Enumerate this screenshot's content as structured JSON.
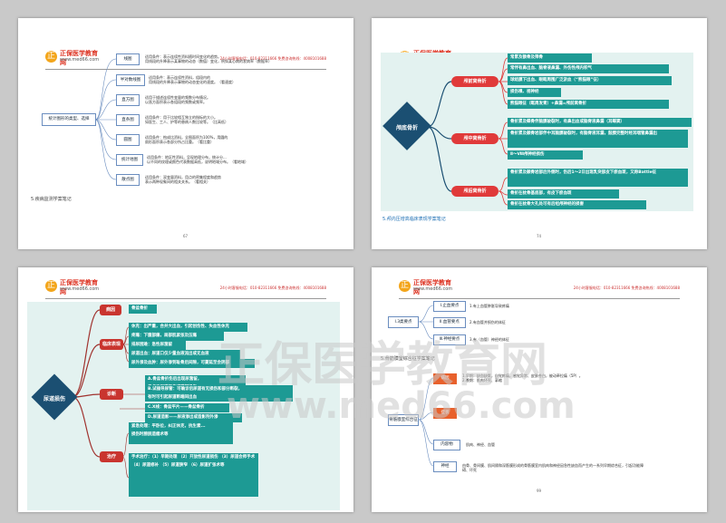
{
  "header": {
    "logo_text": "正保医学教育网",
    "logo_url": "www.med66.com",
    "hotline": "24小时客服电话：010-82311666  免费咨询热线：4008101688",
    "logo_char": "正"
  },
  "watermark": {
    "cn": "正保医学教育网",
    "url": "www.med66.com"
  },
  "page1": {
    "root": "统计图形的类型、选择",
    "branches": [
      {
        "label": "线图",
        "desc": "适用条件：表示连续性资料随时间变化的趋势。\n用线段的升降表示某事物的动态（数值）变化，例如某心病的发病率（数据率）"
      },
      {
        "label": "半对数线图",
        "desc": "适用条件：表示连续性资料，组段内的\n用线段的升降表示事物的动态变化的速度。（看速度）"
      },
      {
        "label": "直方图",
        "desc": "适用于描述连续性变量的频数分布情况。\n以直方面积表示各组段的频数或频率。"
      },
      {
        "label": "直条图",
        "desc": "适用条件：用于比较相互独立的指标的大小。\n如医生、工人、护等的患病人数比较等。（比高低）"
      },
      {
        "label": "圆图",
        "desc": "适用条件：构成比资料，全图面积为100%，用圆的\n扇形面积表示各部分所占比重。（看比重）"
      },
      {
        "label": "统计地图",
        "desc": "适用条件：地区性资料，呈现地理分布，统计分...\n以不同的纹理或颜色代表数据高低，说明地域分布。（看地域）"
      },
      {
        "label": "散点图",
        "desc": "适用条件：双变量资料，用点的密集程度和趋势\n表示两种现象间的相关关系。（看相关）"
      }
    ],
    "caption": "5.疾病监测学案笔记",
    "number": "67"
  },
  "page2": {
    "root": "颅底骨折",
    "branches": [
      {
        "label": "颅前窝骨折",
        "items": [
          "常累及额骨及筛骨",
          "常伴有鼻出血、脑脊液鼻漏、外伤性颅内积气",
          "球结膜下出血、眼眶周围广泛淤血（“熊猫眼”征）",
          "损伤嗅、视神经",
          "熊猫眼征（眶周发青）+鼻漏=颅前窝骨折"
        ]
      },
      {
        "label": "颅中窝骨折",
        "items": [
          "骨折累及蝶骨伴脑膜破裂时，有鼻出血或脑脊液鼻漏（耳蝶窦）",
          "骨折累及颞骨岩部伴中耳脑膜破裂时，有脑脊液耳漏，鼓膜完整时经耳咽管鼻漏出",
          "Ⅱ～Ⅷ颅神经损伤"
        ]
      },
      {
        "label": "颅后窝骨折",
        "items": [
          "骨折累及颞骨岩部后外侧时，伤后1～2日出现乳突部皮下瘀血斑，又称Battle征",
          "骨折在枕骨基底部，有皮下瘀血斑",
          "骨折在枕骨大孔处可有后组颅神经的损害"
        ]
      }
    ],
    "caption": "5.颅内压增高临床表现学案笔记",
    "number": "74"
  },
  "page3": {
    "root": "尿道损伤",
    "branches": [
      {
        "label": "病因",
        "items": [
          "骨盆骨折"
        ]
      },
      {
        "label": "临床表现",
        "items": [
          "休克：出严重，合并大出血，引起创伤性、失血性休克",
          "疼痛：下腹部痛，局部肌紧张及压痛",
          "排尿困难：急性尿潴留",
          "尿道出血：尿道口仅少量血液流出或无血液",
          "尿外渗及血肿：尿外渗到耻骨后间隙，可蔓延至会阴部"
        ]
      },
      {
        "label": "诊断",
        "items": [
          "A.骨盆骨折伤后出现尿潴留，\n考虑后尿道损伤或膜部损伤",
          "B.试插导尿管：可确诊后尿道有无损伤和部分断裂，\n有时可引起尿道断端间出血",
          "C.X线：骨盆平片——骨盆骨折",
          "D.尿道造影——尿液渗出或造影剂外渗"
        ]
      },
      {
        "label": "治疗",
        "items": [
          "紧急处理：平卧位，纠正休克，抗生素...\n损伤时膀胱造瘘术等",
          "手术治疗：（1）早期处理 （2）开放性尿道损伤 （3）尿道会师手术\n（4）尿道修补 （5）尿道狭窄 （6）尿道扩张术等"
        ]
      }
    ]
  },
  "page4": {
    "sections": [
      {
        "label": "Ⅰ.3类要点",
        "items": [
          "Ⅰ.止血要点",
          "Ⅱ.血管要点",
          "Ⅲ.神经要点"
        ],
        "notes": [
          "1.有上血管肿胀导致疼痛",
          "2.有血管并损伤的体征",
          "3.有（血管）神经的体征"
        ]
      },
      {
        "label": "骨筋膜室综合征",
        "items": [
          "病因",
          "症状",
          "查体",
          "内容物",
          "神经"
        ],
        "notes": [
          "1.早期：缺血缺氧，自觉疼痛，感觉异常、皮肤苍白，被动牵拉痛（5P）。\n2.晚期：肌肉坏死、挛缩",
          "肌肉、神经、血管",
          "由骨、骨间膜、肌间隔和深筋膜形成的骨筋膜室内肌肉和神经因急性缺血而产生的一系列早期综合征，引起功能障碍、坏死"
        ]
      }
    ],
    "caption": "5.骨筋膜室综合征学案笔记",
    "number": "99"
  },
  "colors": {
    "teal": "#1d9a94",
    "navy": "#1b4f72",
    "red": "#e03a3a",
    "orange": "#e8612c",
    "mint": "#e3f2f0"
  }
}
